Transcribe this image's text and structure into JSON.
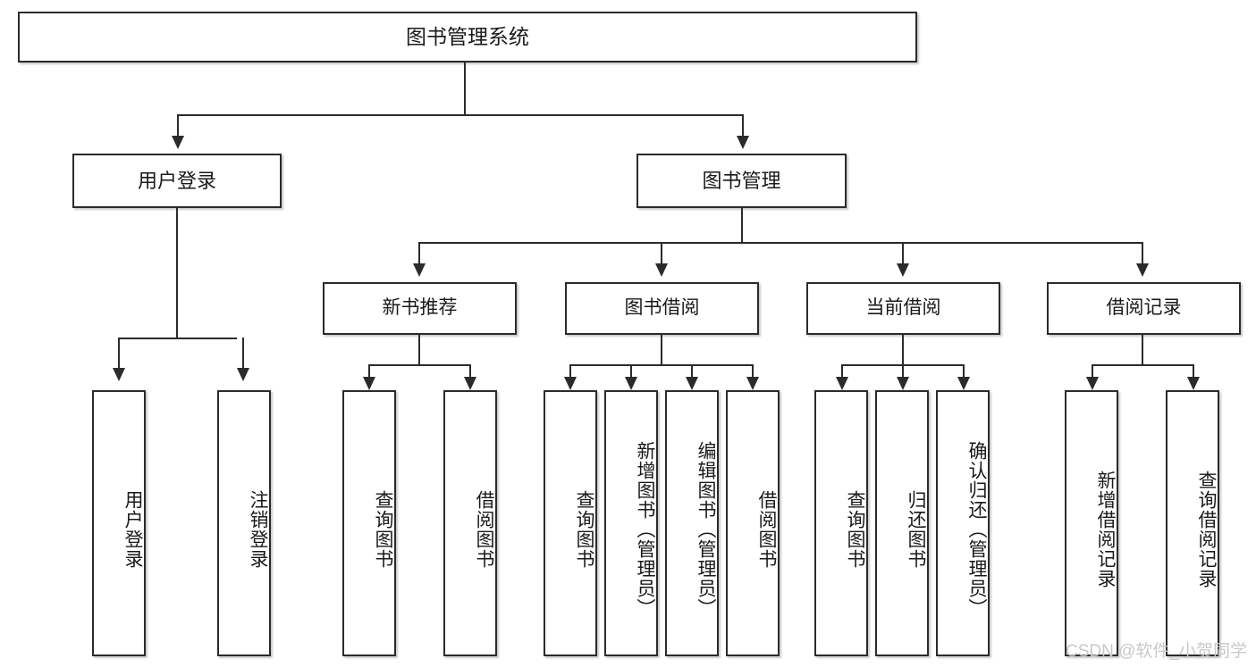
{
  "diagram": {
    "title": "图书管理系统",
    "type": "tree-hierarchy-chart",
    "root": {
      "label": "图书管理系统",
      "children": [
        {
          "label": "用户登录",
          "children": [
            {
              "label": "用户登录"
            },
            {
              "label": "注销登录"
            }
          ]
        },
        {
          "label": "图书管理",
          "children": [
            {
              "label": "新书推荐",
              "children": [
                {
                  "label": "查询图书"
                },
                {
                  "label": "借阅图书"
                }
              ]
            },
            {
              "label": "图书借阅",
              "children": [
                {
                  "label": "查询图书"
                },
                {
                  "label": "新增图书（管理员）"
                },
                {
                  "label": "编辑图书（管理员）"
                },
                {
                  "label": "借阅图书"
                }
              ]
            },
            {
              "label": "当前借阅",
              "children": [
                {
                  "label": "查询图书"
                },
                {
                  "label": "归还图书"
                },
                {
                  "label": "确认归还（管理员）"
                }
              ]
            },
            {
              "label": "借阅记录",
              "children": [
                {
                  "label": "新增借阅记录"
                },
                {
                  "label": "查询借阅记录"
                }
              ]
            }
          ]
        }
      ]
    },
    "nodes": {
      "root": "图书管理系统",
      "user_login": "用户登录",
      "book_manage": "图书管理",
      "new_book_rec": "新书推荐",
      "book_borrow": "图书借阅",
      "current_borrow": "当前借阅",
      "borrow_record": "借阅记录",
      "leaf_user_login": "用户登录",
      "leaf_logout": "注销登录",
      "leaf_query_book_1": "查询图书",
      "leaf_borrow_book_1": "借阅图书",
      "leaf_query_book_2": "查询图书",
      "leaf_add_book_admin": "新增图书（管理员）",
      "leaf_edit_book_admin": "编辑图书（管理员）",
      "leaf_borrow_book_2": "借阅图书",
      "leaf_query_book_3": "查询图书",
      "leaf_return_book": "归还图书",
      "leaf_confirm_return_admin": "确认归还（管理员）",
      "leaf_add_record": "新增借阅记录",
      "leaf_query_record": "查询借阅记录"
    },
    "watermark": "CSDN @软件_小贺同学",
    "colors": {
      "stroke": "#2b2b2b",
      "fill": "#ffffff",
      "text": "#1a1a1a",
      "watermark": "#c9c9c9"
    }
  }
}
